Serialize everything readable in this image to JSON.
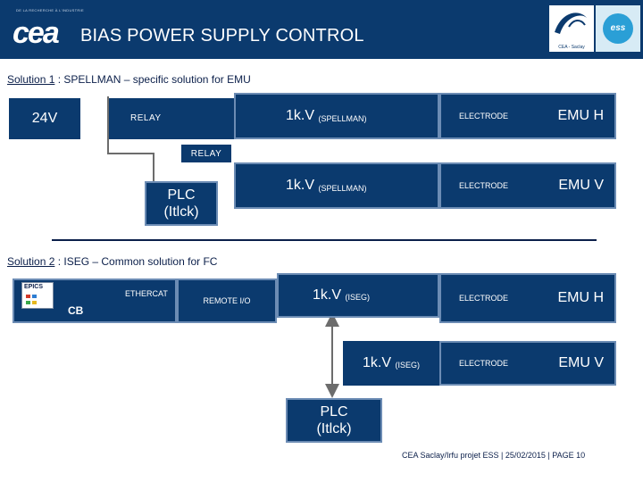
{
  "header": {
    "logo_small_text": "DE LA RECHERCHE À L'INDUSTRIE",
    "logo_text": "cea",
    "title": "BIAS POWER SUPPLY CONTROL",
    "irfu_text": "CEA - Saclay",
    "ess_text": "ess"
  },
  "solution1": {
    "heading_prefix": "Solution 1",
    "heading_rest": " :  SPELLMAN – specific solution  for EMU",
    "source": "24V",
    "relay_top": "RELAY",
    "relay_mid": "RELAY",
    "plc_line1": "PLC",
    "plc_line2": "(Itlck)",
    "ps_h": "1k.V",
    "ps_h_sub": "(SPELLMAN)",
    "ps_v": "1k.V",
    "ps_v_sub": "(SPELLMAN)",
    "electrode_h": "ELECTRODE",
    "electrode_v": "ELECTRODE",
    "emu_h": "EMU H",
    "emu_v": "EMU V"
  },
  "solution2": {
    "heading_prefix": "Solution 2",
    "heading_rest": " : ISEG – Common solution for FC",
    "epics": "EPICS",
    "cb": "CB",
    "ethercat": "ETHERCAT",
    "remote_io": "REMOTE I/O",
    "ps_h": "1k.V",
    "ps_h_sub": "(ISEG)",
    "ps_v": "1k.V",
    "ps_v_sub": "(ISEG)",
    "electrode_h": "ELECTRODE",
    "electrode_v": "ELECTRODE",
    "emu_h": "EMU H",
    "emu_v": "EMU V",
    "plc_line1": "PLC",
    "plc_line2": "(Itlck)"
  },
  "footer": {
    "text": "CEA Saclay/Irfu projet ESS | 25/02/2015 |  PAGE 10"
  },
  "colors": {
    "primary": "#0b3a6e",
    "box_border": "#6c8cb4",
    "connector": "#6c6c6c",
    "text_dark": "#0b1f4a"
  }
}
